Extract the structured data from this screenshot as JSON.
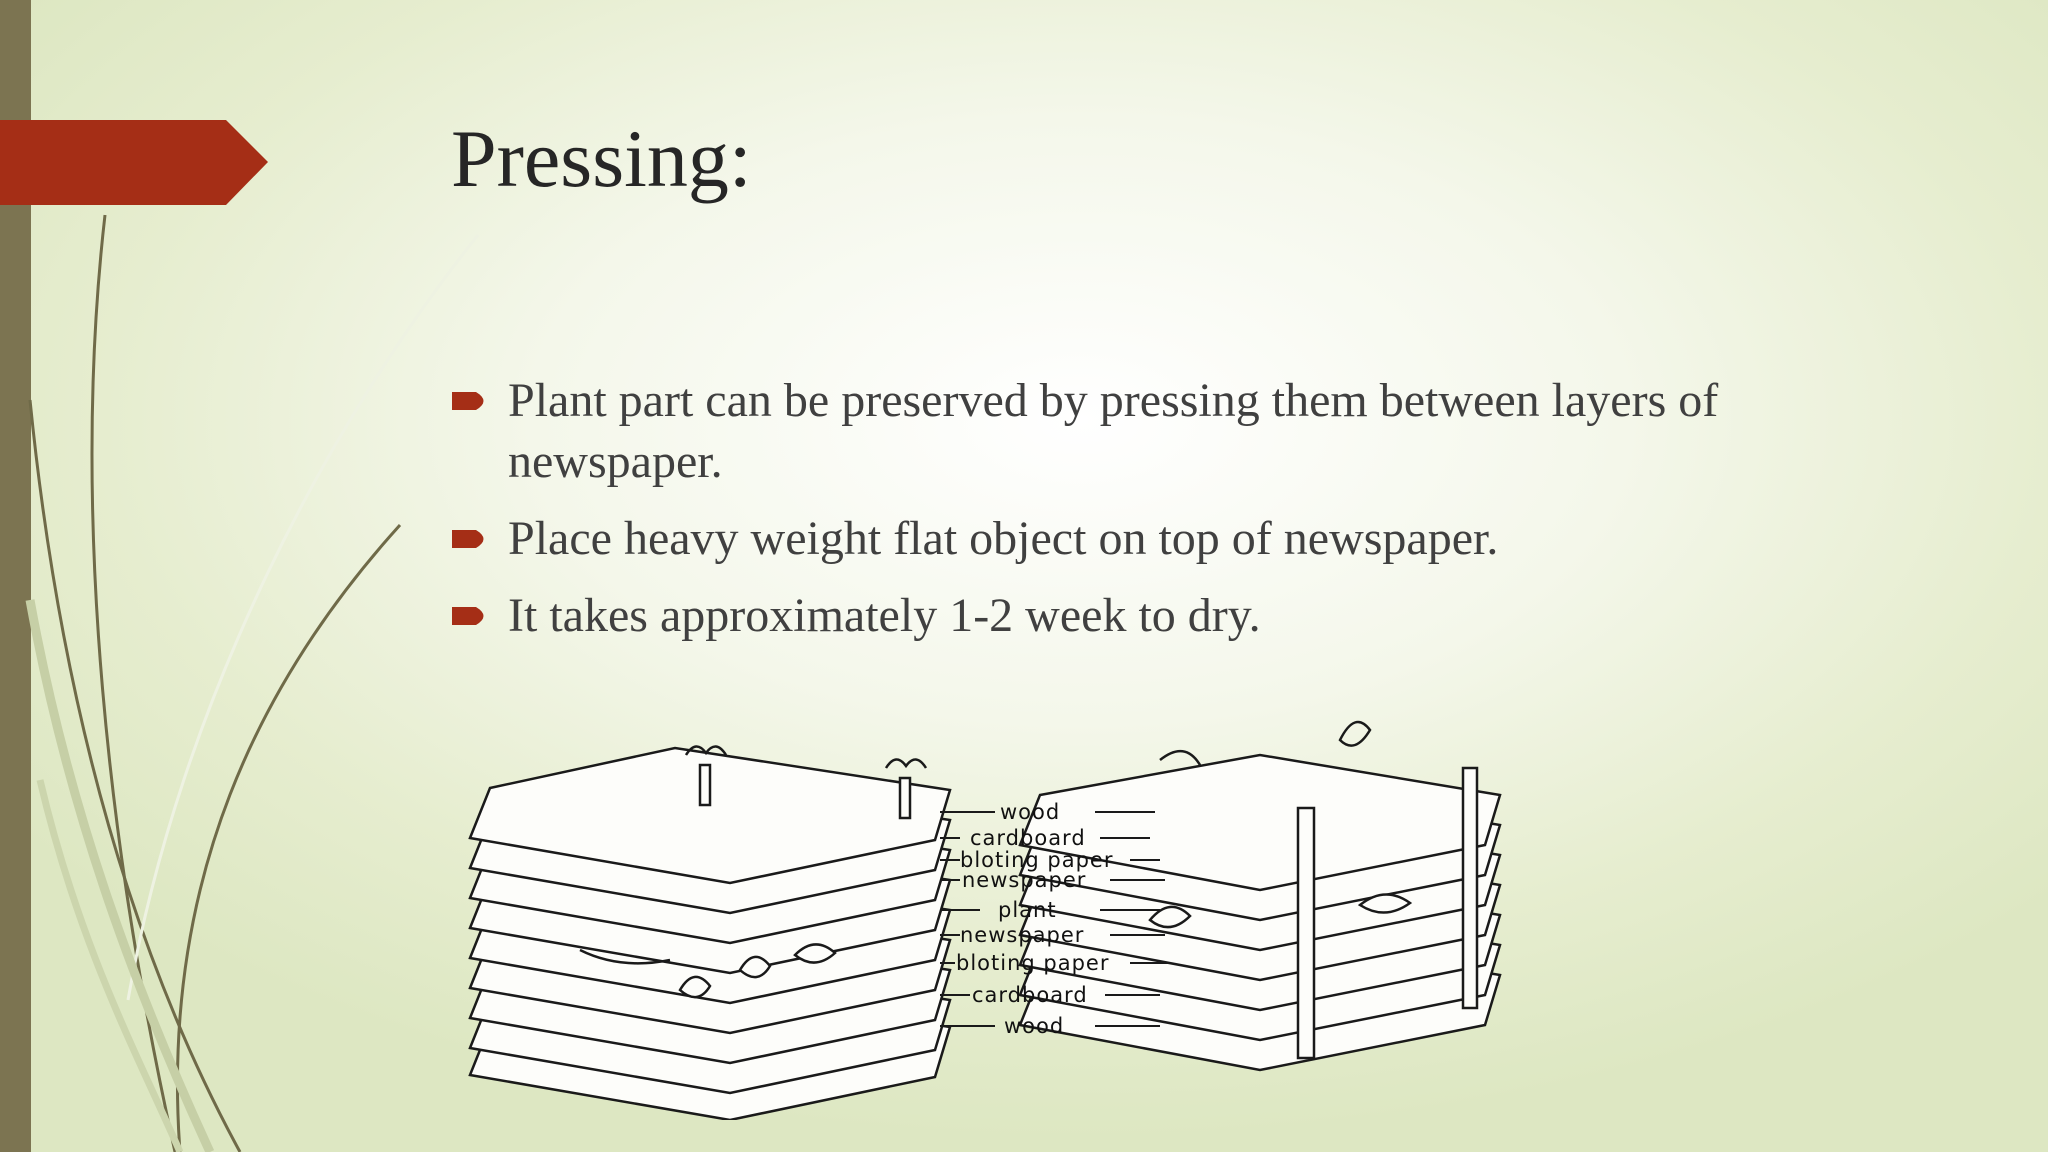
{
  "slide": {
    "title": "Pressing:",
    "accent_color": "#a52e16",
    "side_bar_color": "#7c7451",
    "bullets": [
      {
        "text": "Plant part can be preserved by pressing them between layers of newspaper."
      },
      {
        "text": "Place heavy weight flat object on top of newspaper."
      },
      {
        "text": "It takes approximately 1-2 week to dry."
      }
    ]
  },
  "diagram": {
    "labels": [
      "wood",
      "cardboard",
      "bloting paper",
      "newspaper",
      "plant",
      "newspaper",
      "bloting paper",
      "cardboard",
      "wood"
    ]
  }
}
